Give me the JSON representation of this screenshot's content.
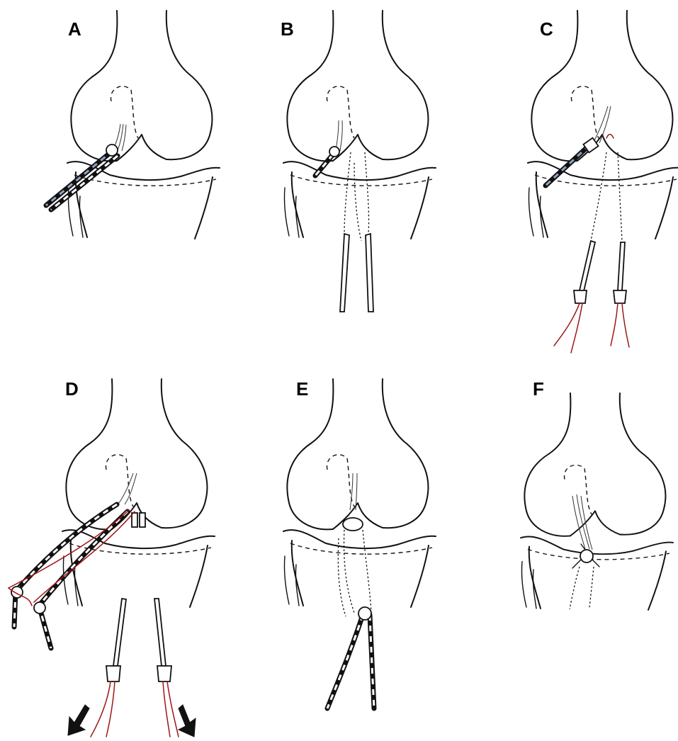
{
  "panels": [
    {
      "id": "A",
      "label": "A"
    },
    {
      "id": "B",
      "label": "B"
    },
    {
      "id": "C",
      "label": "C"
    },
    {
      "id": "D",
      "label": "D"
    },
    {
      "id": "E",
      "label": "E"
    },
    {
      "id": "F",
      "label": "F"
    }
  ],
  "colors": {
    "line": "#111111",
    "suture": "#a01414",
    "graft_stripe": "#8fa3c4",
    "background": "#ffffff"
  }
}
